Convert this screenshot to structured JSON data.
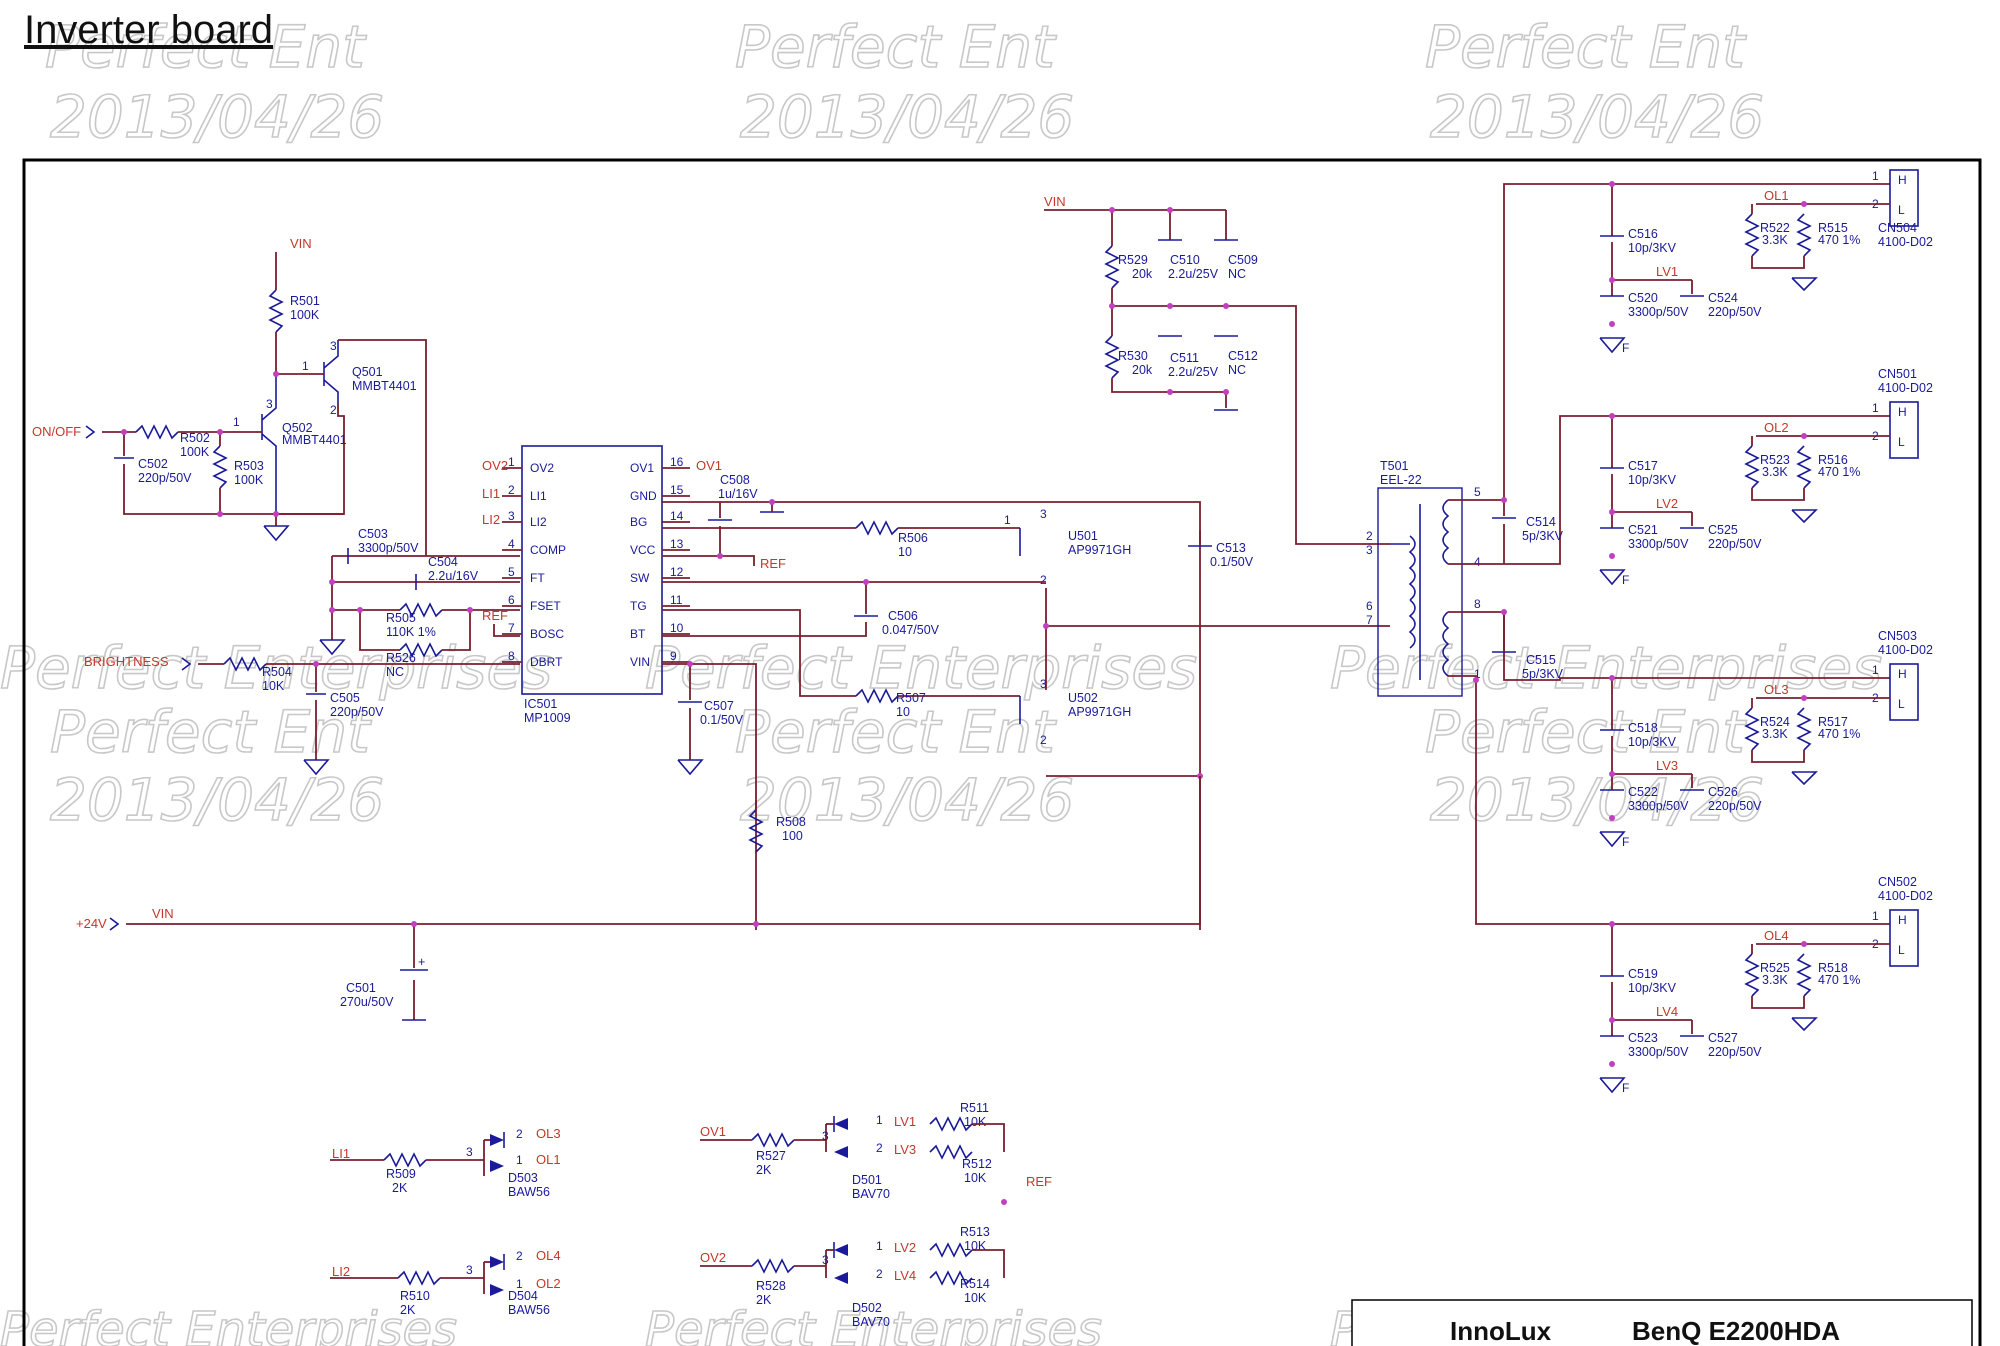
{
  "title": "Inverter board",
  "watermark": {
    "line1": "Perfect Ent",
    "line2": "2013/04/26",
    "line3": "Perfect Enterprises"
  },
  "title_block": {
    "company": "InnoLux",
    "model": "BenQ E2200HDA"
  },
  "components": {
    "R501": [
      "R501",
      "100K"
    ],
    "Q501": [
      "Q501",
      "MMBT4401"
    ],
    "Q502": [
      "Q502",
      "MMBT4401"
    ],
    "R502": [
      "R502",
      "100K"
    ],
    "R503": [
      "R503",
      "100K"
    ],
    "C502": [
      "C502",
      "220p/50V"
    ],
    "C503": [
      "C503",
      "3300p/50V"
    ],
    "C504": [
      "C504",
      "2.2u/16V"
    ],
    "R505": [
      "R505",
      "110K 1%"
    ],
    "R526": [
      "R526",
      "NC"
    ],
    "R504": [
      "R504",
      "10K"
    ],
    "C505": [
      "C505",
      "220p/50V"
    ],
    "IC501": [
      "IC501",
      "MP1009"
    ],
    "C508": [
      "C508",
      "1u/16V"
    ],
    "R506": [
      "R506",
      "10"
    ],
    "U501": [
      "U501",
      "AP9971GH"
    ],
    "C506": [
      "C506",
      "0.047/50V"
    ],
    "R507": [
      "R507",
      "10"
    ],
    "U502": [
      "U502",
      "AP9971GH"
    ],
    "C507": [
      "C507",
      "0.1/50V"
    ],
    "R508": [
      "R508",
      "100"
    ],
    "C513": [
      "C513",
      "0.1/50V"
    ],
    "C501": [
      "C501",
      "270u/50V"
    ],
    "R529": [
      "R529",
      "20k"
    ],
    "R530": [
      "R530",
      "20k"
    ],
    "C510": [
      "C510",
      "2.2u/25V"
    ],
    "C509": [
      "C509",
      "NC"
    ],
    "C511": [
      "C511",
      "2.2u/25V"
    ],
    "C512": [
      "C512",
      "NC"
    ],
    "T501": [
      "T501",
      "EEL-22"
    ],
    "C514": [
      "C514",
      "5p/3KV"
    ],
    "C515": [
      "C515",
      "5p/3KV"
    ],
    "C516": [
      "C516",
      "10p/3KV"
    ],
    "C520": [
      "C520",
      "3300p/50V"
    ],
    "C524": [
      "C524",
      "220p/50V"
    ],
    "R522": [
      "R522",
      "3.3K"
    ],
    "R515": [
      "R515",
      "470 1%"
    ],
    "CN504": [
      "CN504",
      "4100-D02"
    ],
    "C517": [
      "C517",
      "10p/3KV"
    ],
    "C521": [
      "C521",
      "3300p/50V"
    ],
    "C525": [
      "C525",
      "220p/50V"
    ],
    "R523": [
      "R523",
      "3.3K"
    ],
    "R516": [
      "R516",
      "470 1%"
    ],
    "CN501": [
      "CN501",
      "4100-D02"
    ],
    "C518": [
      "C518",
      "10p/3KV"
    ],
    "C522": [
      "C522",
      "3300p/50V"
    ],
    "C526": [
      "C526",
      "220p/50V"
    ],
    "R524": [
      "R524",
      "3.3K"
    ],
    "R517": [
      "R517",
      "470 1%"
    ],
    "CN503": [
      "CN503",
      "4100-D02"
    ],
    "C519": [
      "C519",
      "10p/3KV"
    ],
    "C523": [
      "C523",
      "3300p/50V"
    ],
    "C527": [
      "C527",
      "220p/50V"
    ],
    "R525": [
      "R525",
      "3.3K"
    ],
    "R518": [
      "R518",
      "470 1%"
    ],
    "CN502": [
      "CN502",
      "4100-D02"
    ],
    "R509": [
      "R509",
      "2K"
    ],
    "D503": [
      "D503",
      "BAW56"
    ],
    "R510": [
      "R510",
      "2K"
    ],
    "D504": [
      "D504",
      "BAW56"
    ],
    "R527": [
      "R527",
      "2K"
    ],
    "D501": [
      "D501",
      "BAV70"
    ],
    "R511": [
      "R511",
      "10K"
    ],
    "R512": [
      "R512",
      "10K"
    ],
    "R528": [
      "R528",
      "2K"
    ],
    "D502": [
      "D502",
      "BAV70"
    ],
    "R513": [
      "R513",
      "10K"
    ],
    "R514": [
      "R514",
      "10K"
    ]
  },
  "ic_pins_left": [
    [
      "1",
      "OV2"
    ],
    [
      "2",
      "LI1"
    ],
    [
      "3",
      "LI2"
    ],
    [
      "4",
      "COMP"
    ],
    [
      "5",
      "FT"
    ],
    [
      "6",
      "FSET"
    ],
    [
      "7",
      "BOSC"
    ],
    [
      "8",
      "DBRT"
    ]
  ],
  "ic_pins_right": [
    [
      "16",
      "OV1"
    ],
    [
      "15",
      "GND"
    ],
    [
      "14",
      "BG"
    ],
    [
      "13",
      "VCC"
    ],
    [
      "12",
      "SW"
    ],
    [
      "11",
      "TG"
    ],
    [
      "10",
      "BT"
    ],
    [
      "9",
      "VIN"
    ]
  ],
  "nets": {
    "vin": "VIN",
    "onoff": "ON/OFF",
    "brightness": "BRIGHTNESS",
    "v24": "+24V",
    "ref": "REF",
    "ov1": "OV1",
    "ov2": "OV2",
    "li1": "LI1",
    "li2": "LI2",
    "ol1": "OL1",
    "ol2": "OL2",
    "ol3": "OL3",
    "ol4": "OL4",
    "lv1": "LV1",
    "lv2": "LV2",
    "lv3": "LV3",
    "lv4": "LV4",
    "h": "H",
    "l": "L",
    "f": "F"
  }
}
